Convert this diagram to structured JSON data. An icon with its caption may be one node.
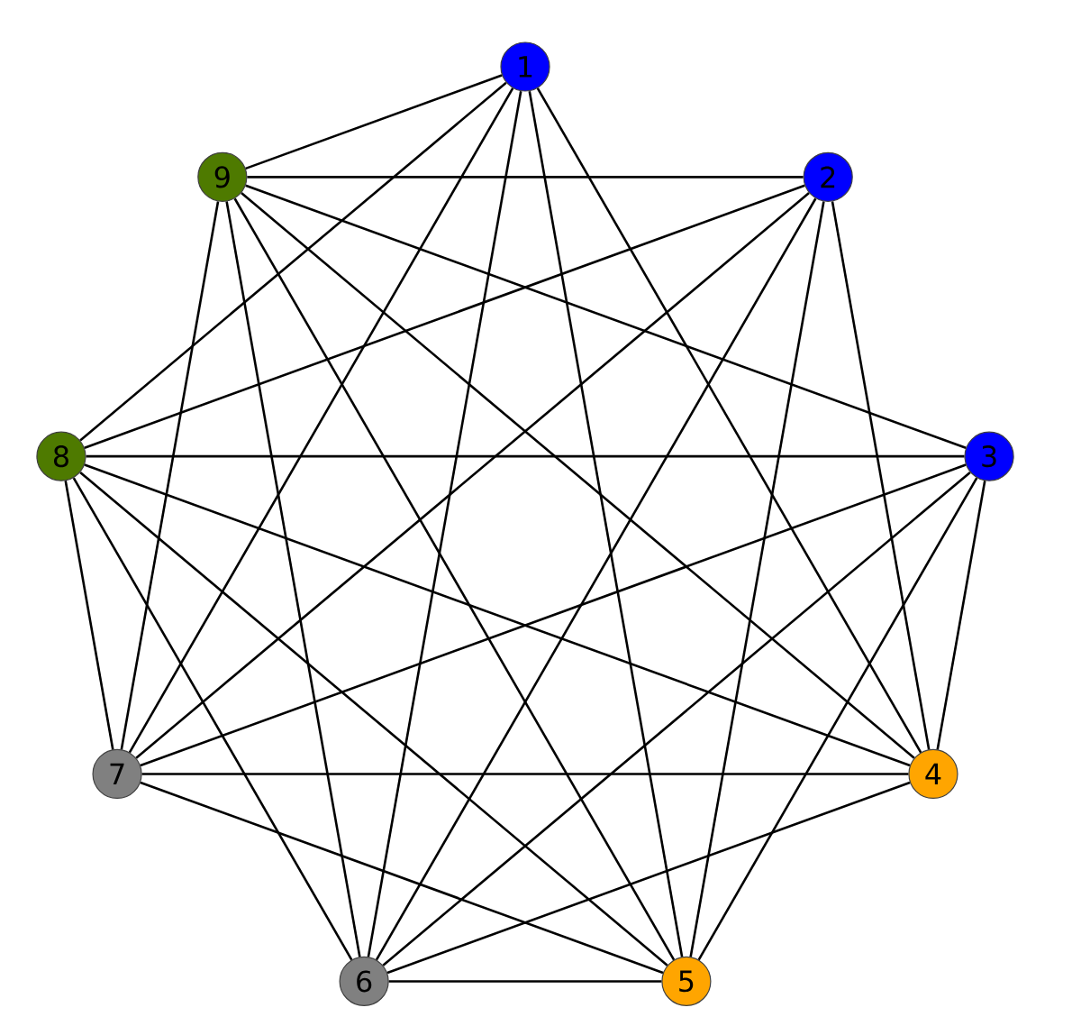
{
  "diagram": {
    "nodes": [
      {
        "text": [
          "1"
        ]
      },
      {
        "text": [
          "2"
        ]
      },
      {
        "text": [
          "3"
        ]
      },
      {
        "text": [
          "4"
        ]
      },
      {
        "text": [
          "5"
        ]
      },
      {
        "text": [
          "6"
        ]
      },
      {
        "text": [
          "7"
        ]
      },
      {
        "text": [
          "8"
        ]
      },
      {
        "text": [
          "9"
        ]
      }
    ],
    "edges": [
      {
        "from": 0,
        "to": 3,
        "arrow": "none"
      },
      {
        "from": 0,
        "to": 4,
        "arrow": "none"
      },
      {
        "from": 0,
        "to": 5,
        "arrow": "none"
      },
      {
        "from": 0,
        "to": 6,
        "arrow": "none"
      },
      {
        "from": 0,
        "to": 7,
        "arrow": "none"
      },
      {
        "from": 0,
        "to": 8,
        "arrow": "none"
      },
      {
        "from": 1,
        "to": 3,
        "arrow": "none"
      },
      {
        "from": 1,
        "to": 4,
        "arrow": "none"
      },
      {
        "from": 1,
        "to": 5,
        "arrow": "none"
      },
      {
        "from": 1,
        "to": 6,
        "arrow": "none"
      },
      {
        "from": 1,
        "to": 7,
        "arrow": "none"
      },
      {
        "from": 1,
        "to": 8,
        "arrow": "none"
      },
      {
        "from": 2,
        "to": 3,
        "arrow": "none"
      },
      {
        "from": 2,
        "to": 4,
        "arrow": "none"
      },
      {
        "from": 2,
        "to": 5,
        "arrow": "none"
      },
      {
        "from": 2,
        "to": 6,
        "arrow": "none"
      },
      {
        "from": 2,
        "to": 7,
        "arrow": "none"
      },
      {
        "from": 2,
        "to": 8,
        "arrow": "none"
      },
      {
        "from": 3,
        "to": 5,
        "arrow": "none"
      },
      {
        "from": 3,
        "to": 6,
        "arrow": "none"
      },
      {
        "from": 3,
        "to": 7,
        "arrow": "none"
      },
      {
        "from": 3,
        "to": 8,
        "arrow": "none"
      },
      {
        "from": 4,
        "to": 5,
        "arrow": "none"
      },
      {
        "from": 4,
        "to": 6,
        "arrow": "none"
      },
      {
        "from": 4,
        "to": 7,
        "arrow": "none"
      },
      {
        "from": 4,
        "to": 8,
        "arrow": "none"
      },
      {
        "from": 5,
        "to": 7,
        "arrow": "none"
      },
      {
        "from": 5,
        "to": 8,
        "arrow": "none"
      },
      {
        "from": 6,
        "to": 7,
        "arrow": "none"
      },
      {
        "from": 6,
        "to": 8,
        "arrow": "none"
      }
    ]
  }
}
